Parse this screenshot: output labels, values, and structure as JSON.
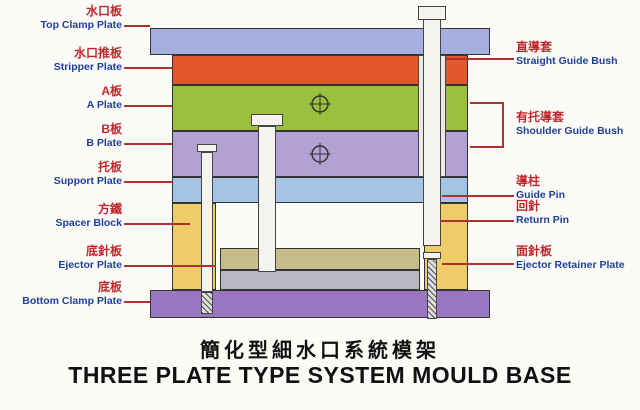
{
  "title": {
    "cn": "簡化型細水口系統模架",
    "en": "THREE PLATE TYPE SYSTEM MOULD BASE"
  },
  "left_labels": [
    {
      "cn": "水口板",
      "en": "Top Clamp Plate"
    },
    {
      "cn": "水口推板",
      "en": "Stripper Plate"
    },
    {
      "cn": "A板",
      "en": "A Plate"
    },
    {
      "cn": "B板",
      "en": "B Plate"
    },
    {
      "cn": "托板",
      "en": "Support Plate"
    },
    {
      "cn": "方鐵",
      "en": "Spacer Block"
    },
    {
      "cn": "底針板",
      "en": "Ejector Plate"
    },
    {
      "cn": "底板",
      "en": "Bottom Clamp Plate"
    }
  ],
  "right_labels": [
    {
      "cn": "直導套",
      "en": "Straight Guide Bush"
    },
    {
      "cn": "有托導套",
      "en": "Shoulder Guide Bush"
    },
    {
      "cn": "導柱",
      "en": "Guide Pin"
    },
    {
      "cn": "回針",
      "en": "Return Pin"
    },
    {
      "cn": "面針板",
      "en": "Ejector Retainer Plate"
    }
  ],
  "colors": {
    "top_clamp_plate": "#a6b0e0",
    "stripper_plate": "#e4562e",
    "a_plate": "#9cbf3d",
    "b_plate": "#b2a1d3",
    "support_plate": "#a4c4e6",
    "spacer_block": "#eecd69",
    "ejector_retainer_plate": "#c6bd8a",
    "ejector_plate": "#b9b9c2",
    "bottom_clamp_plate": "#9877c0",
    "label_cn": "#c0282d",
    "label_en": "#1d3f9e",
    "leader_line": "#b03030"
  }
}
